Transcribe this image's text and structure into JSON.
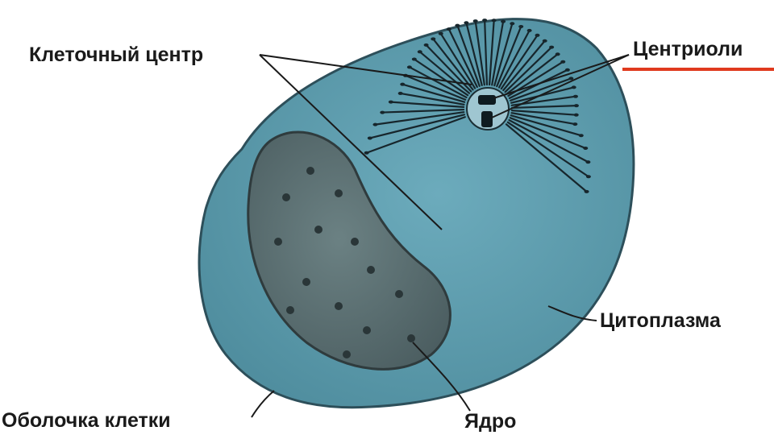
{
  "labels": {
    "cell_center": "Клеточный центр",
    "centrioles": "Центриоли",
    "cytoplasm": "Цитоплазма",
    "cell_membrane": "Оболочка клетки",
    "nucleus": "Ядро"
  },
  "colors": {
    "cytoplasm_fill": "#5f9dae",
    "cytoplasm_edge": "#2d4f5a",
    "nucleus_fill": "#5b6f72",
    "nucleus_edge": "#2f3b3d",
    "radial_fibers": "#17262c",
    "highlight_underline": "#e03a1e",
    "text": "#1a1a1a"
  },
  "icons": {
    "cell": "cell-body-illustration",
    "nucleus": "kidney-shaped-nucleus",
    "centrosome": "centrosome-aster"
  }
}
